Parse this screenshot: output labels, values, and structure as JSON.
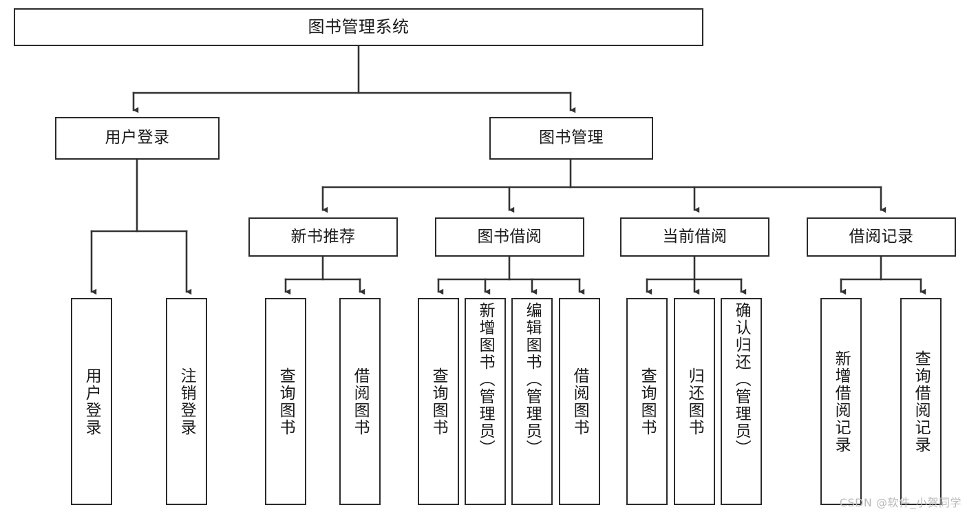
{
  "diagram": {
    "title": "图书管理系统",
    "type": "hierarchy-tree",
    "watermark": "CSDN @软件_小贺同学",
    "colors": {
      "box_border": "#2b2b2b",
      "box_fill": "#ffffff",
      "edge": "#333333",
      "text": "#1a1a1a",
      "watermark": "#b9b9b9",
      "background": "#ffffff"
    },
    "levels": [
      {
        "level": 1,
        "nodes": [
          {
            "id": "root",
            "label": "图书管理系统",
            "orientation": "horizontal"
          }
        ]
      },
      {
        "level": 2,
        "nodes": [
          {
            "id": "login",
            "label": "用户登录",
            "orientation": "horizontal",
            "parent": "root"
          },
          {
            "id": "bookmgmt",
            "label": "图书管理",
            "orientation": "horizontal",
            "parent": "root"
          }
        ]
      },
      {
        "level": 3,
        "nodes": [
          {
            "id": "newbook",
            "label": "新书推荐",
            "orientation": "horizontal",
            "parent": "bookmgmt"
          },
          {
            "id": "borrow",
            "label": "图书借阅",
            "orientation": "horizontal",
            "parent": "bookmgmt"
          },
          {
            "id": "current",
            "label": "当前借阅",
            "orientation": "horizontal",
            "parent": "bookmgmt"
          },
          {
            "id": "records",
            "label": "借阅记录",
            "orientation": "horizontal",
            "parent": "bookmgmt"
          }
        ]
      },
      {
        "level": 4,
        "nodes": [
          {
            "id": "leaf1",
            "label": "用户登录",
            "orientation": "vertical",
            "parent": "login"
          },
          {
            "id": "leaf2",
            "label": "注销登录",
            "orientation": "vertical",
            "parent": "login"
          },
          {
            "id": "leaf3",
            "label": "查询图书",
            "orientation": "vertical",
            "parent": "newbook"
          },
          {
            "id": "leaf4",
            "label": "借阅图书",
            "orientation": "vertical",
            "parent": "newbook"
          },
          {
            "id": "leaf5",
            "label": "查询图书",
            "orientation": "vertical",
            "parent": "borrow"
          },
          {
            "id": "leaf6",
            "label": "新增图书（管理员）",
            "orientation": "vertical",
            "parent": "borrow"
          },
          {
            "id": "leaf7",
            "label": "编辑图书（管理员）",
            "orientation": "vertical",
            "parent": "borrow"
          },
          {
            "id": "leaf8",
            "label": "借阅图书",
            "orientation": "vertical",
            "parent": "borrow"
          },
          {
            "id": "leaf9",
            "label": "查询图书",
            "orientation": "vertical",
            "parent": "current"
          },
          {
            "id": "leaf10",
            "label": "归还图书",
            "orientation": "vertical",
            "parent": "current"
          },
          {
            "id": "leaf11",
            "label": "确认归还（管理员）",
            "orientation": "vertical",
            "parent": "current"
          },
          {
            "id": "leaf12",
            "label": "新增借阅记录",
            "orientation": "vertical",
            "parent": "records"
          },
          {
            "id": "leaf13",
            "label": "查询借阅记录",
            "orientation": "vertical",
            "parent": "records"
          }
        ]
      }
    ]
  }
}
